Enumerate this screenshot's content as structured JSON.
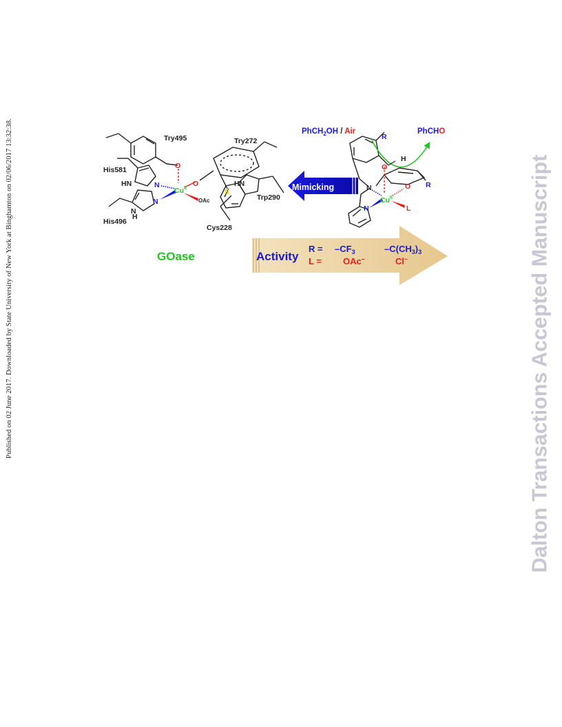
{
  "sidebar_left": {
    "publication_note": "Published on 02 June 2017. Downloaded by State University of New York at Binghamton on 02/06/2017 13:32:38."
  },
  "sidebar_right": {
    "watermark": "Dalton Transactions Accepted Manuscript"
  },
  "figure": {
    "left_labels": {
      "try495": "Try495",
      "try272": "Try272",
      "his581": "His581",
      "his496": "His496",
      "trp290": "Trp290",
      "cys228": "Cys228",
      "oac": "OAc",
      "hn": "HN",
      "cu": "Cu",
      "cu_ox": "II",
      "n": "N",
      "h": "H",
      "o": "O",
      "s": "S",
      "goase": "GOase"
    },
    "arrow_label": "Mimicking",
    "right_labels": {
      "substrate": "PhCH",
      "substrate_sub": "2",
      "substrate_oh": "OH",
      "slash": " / ",
      "air": "Air",
      "product_base": "PhCH",
      "product_o": "O",
      "r": "R",
      "h": "H",
      "o": "O",
      "n": "N",
      "cu": "Cu",
      "cu_ox": "II",
      "l": "L"
    },
    "activity": {
      "label": "Activity",
      "r_eq": "R =",
      "l_eq": "L =",
      "r_low": "–CF",
      "r_low_sub": "3",
      "r_high": "–C(CH",
      "r_high_sub": "3",
      "r_high_close": ")",
      "r_high_close_sub": "3",
      "l_low": "OAc",
      "l_low_sup": "–",
      "l_high": "Cl",
      "l_high_sup": "–"
    },
    "colors": {
      "blue": "#1a1adb",
      "red": "#e81d1d",
      "green": "#22c522",
      "yellow": "#e6d400",
      "arrow_fill": "#eed7a8",
      "arrow_dark": "#1010c8"
    }
  }
}
